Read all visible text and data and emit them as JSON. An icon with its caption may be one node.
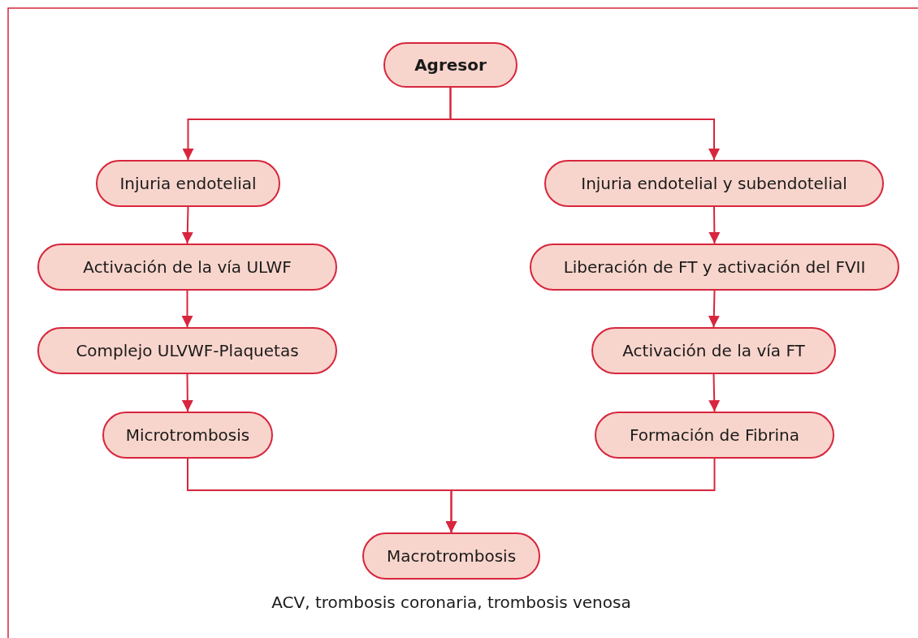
{
  "diagram": {
    "nodes": [
      {
        "text": [
          "Agresor"
        ]
      },
      {
        "text": [
          "Injuria endotelial"
        ]
      },
      {
        "text": [
          "Injuria endotelial y subendotelial"
        ]
      },
      {
        "text": [
          "Activación de la vía ULWF"
        ]
      },
      {
        "text": [
          "Liberación de FT y activación del FVII"
        ]
      },
      {
        "text": [
          "Complejo ULVWF-Plaquetas"
        ]
      },
      {
        "text": [
          "Activación de la vía FT"
        ]
      },
      {
        "text": [
          "Microtrombosis"
        ]
      },
      {
        "text": [
          "Formación de Fibrina"
        ]
      },
      {
        "text": [
          "Macrotrombosis"
        ],
        "beside": [
          "ACV, trombosis coronaria, trombosis venosa"
        ]
      }
    ],
    "edges": [
      {
        "from": 0,
        "to": 1,
        "arrow": "to"
      },
      {
        "from": 0,
        "to": 2,
        "arrow": "to"
      },
      {
        "from": 1,
        "to": 3,
        "arrow": "to"
      },
      {
        "from": 3,
        "to": 5,
        "arrow": "to"
      },
      {
        "from": 5,
        "to": 7,
        "arrow": "to"
      },
      {
        "from": 2,
        "to": 4,
        "arrow": "to"
      },
      {
        "from": 4,
        "to": 6,
        "arrow": "to"
      },
      {
        "from": 6,
        "to": 8,
        "arrow": "to"
      },
      {
        "from": 7,
        "to": 9,
        "arrow": "to"
      },
      {
        "from": 8,
        "to": 9,
        "arrow": "to"
      }
    ]
  }
}
